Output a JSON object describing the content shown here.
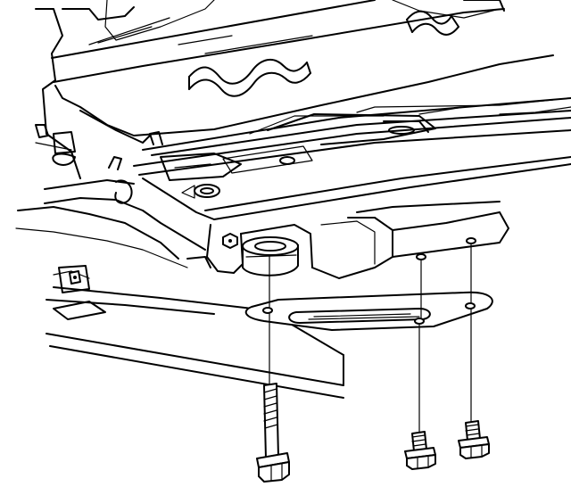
{
  "diagram": {
    "type": "exploded-view line illustration",
    "colors": {
      "stroke": "#000000",
      "background": "#ffffff"
    },
    "components": [
      "vehicle-frame",
      "crossmember",
      "mount-bracket",
      "support-plate",
      "long-bolt",
      "short-bolt",
      "short-bolt"
    ]
  }
}
